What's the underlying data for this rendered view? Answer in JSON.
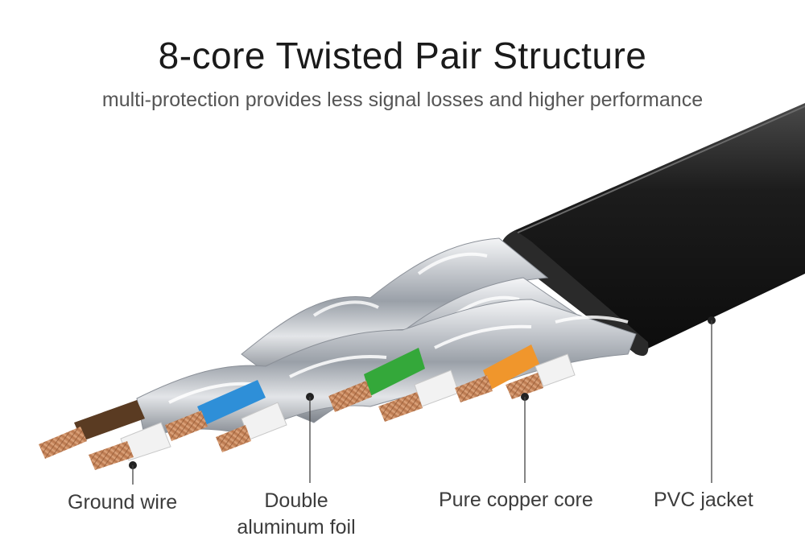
{
  "header": {
    "title": "8-core Twisted Pair Structure",
    "subtitle": "multi-protection provides less signal losses and higher performance"
  },
  "labels": {
    "ground_wire": "Ground wire",
    "foil_line1": "Double",
    "foil_line2": "aluminum   foil",
    "copper_core": "Pure copper core",
    "pvc_jacket": "PVC jacket"
  },
  "colors": {
    "jacket": "#1e1e1e",
    "foil": "#c9ccd1",
    "copper": "#c98a5c",
    "pair_brown": "#5a3b22",
    "pair_blue": "#2e8fd8",
    "pair_green": "#34a83a",
    "pair_orange": "#f0962c",
    "leader_line": "#444444"
  }
}
